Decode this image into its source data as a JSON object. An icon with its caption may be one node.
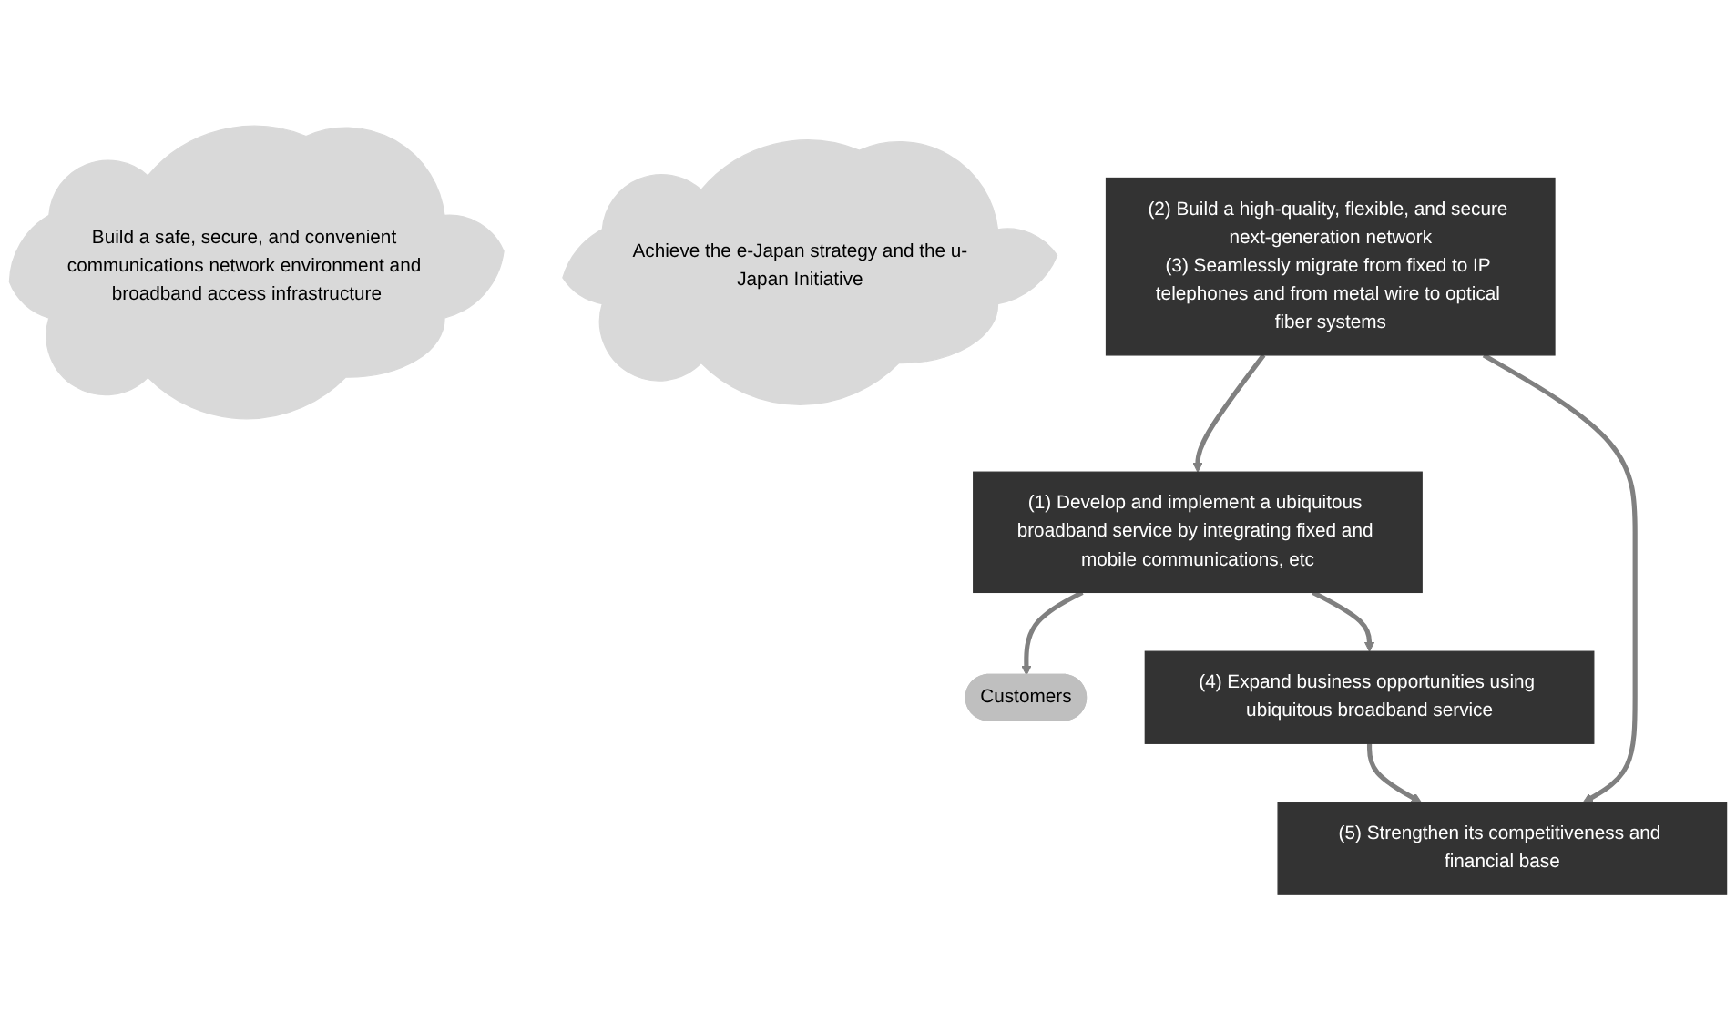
{
  "diagram": {
    "nodes": [
      {
        "text": [
          "Build a safe, secure, and convenient communications network environment and broadband access infrastructure"
        ]
      },
      {
        "text": [
          "Achieve the e-Japan strategy and the u-Japan Initiative"
        ]
      },
      {
        "text": [
          "Customers"
        ]
      },
      {
        "text": [
          "(1) Develop and implement a ubiquitous broadband service by integrating fixed and mobile communications, etc"
        ]
      },
      {
        "text": [
          "(2) Build a high-quality, flexible, and secure next-generation network",
          "(3) Seamlessly migrate from fixed to IP telephones and from metal wire to optical fiber systems"
        ]
      },
      {
        "text": [
          "(4) Expand business opportunities using ubiquitous broadband service"
        ]
      },
      {
        "text": [
          "(5) Strengthen its competitiveness and financial base"
        ]
      }
    ],
    "edges": [
      {
        "from": 3,
        "to": 2,
        "arrow": "to"
      },
      {
        "from": 4,
        "to": 3,
        "arrow": "to"
      },
      {
        "from": 3,
        "to": 5,
        "arrow": "to"
      },
      {
        "from": 4,
        "to": 6,
        "arrow": "to"
      },
      {
        "from": 5,
        "to": 6,
        "arrow": "to"
      }
    ]
  }
}
